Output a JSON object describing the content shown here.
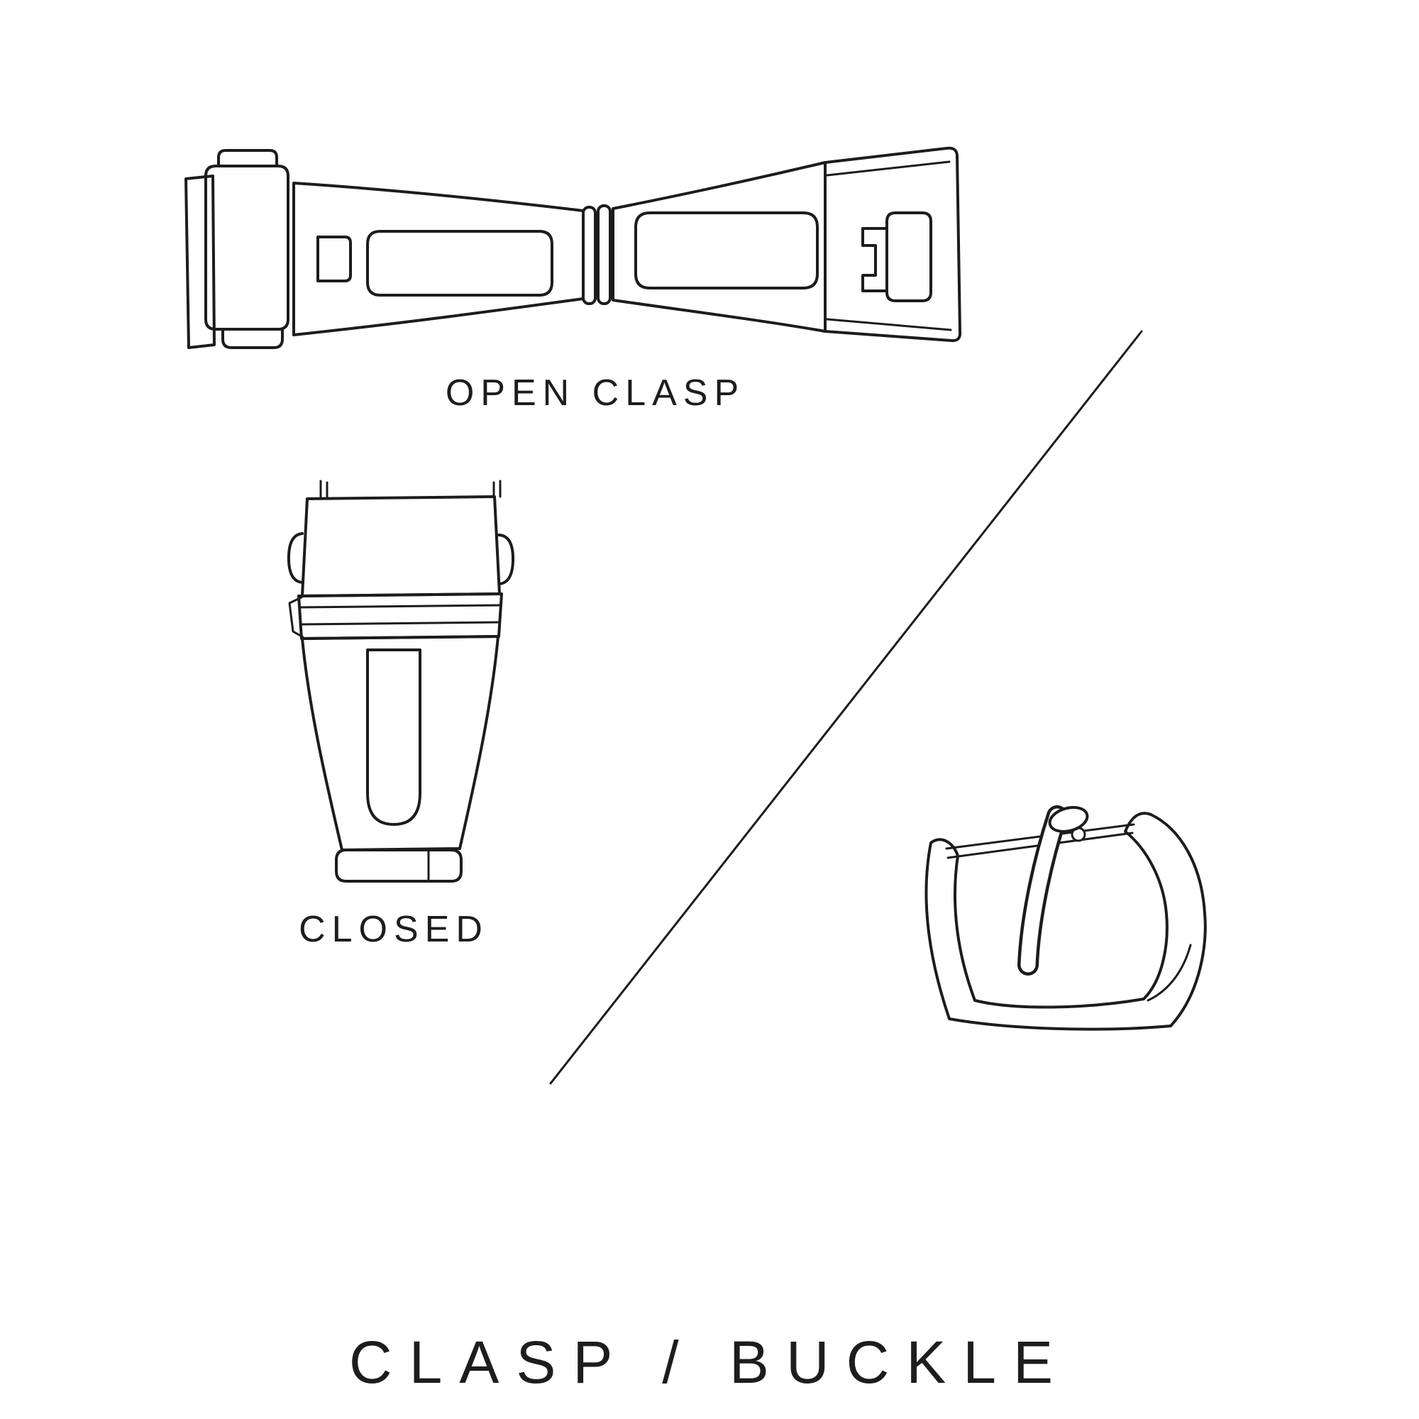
{
  "colors": {
    "background": "#ffffff",
    "line": "#1c1c1c",
    "text": "#1d1d1d"
  },
  "labels": {
    "open_clasp": "OPEN CLASP",
    "closed": "CLOSED"
  },
  "title": "CLASP / BUCKLE",
  "illustrations": {
    "open_clasp": "open-clasp-illustration",
    "closed_clasp": "closed-clasp-illustration",
    "buckle": "tang-buckle-illustration",
    "divider": "diagonal-divider-line"
  }
}
